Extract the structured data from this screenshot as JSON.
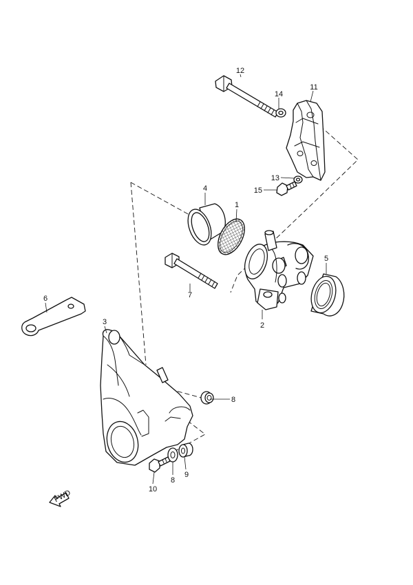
{
  "callouts": [
    {
      "id": "c1",
      "label": "1"
    },
    {
      "id": "c2",
      "label": "2"
    },
    {
      "id": "c3",
      "label": "3"
    },
    {
      "id": "c4",
      "label": "4"
    },
    {
      "id": "c5",
      "label": "5"
    },
    {
      "id": "c6",
      "label": "6"
    },
    {
      "id": "c7",
      "label": "7"
    },
    {
      "id": "c8a",
      "label": "8"
    },
    {
      "id": "c8b",
      "label": "8"
    },
    {
      "id": "c9",
      "label": "9"
    },
    {
      "id": "c10",
      "label": "10"
    },
    {
      "id": "c11",
      "label": "11"
    },
    {
      "id": "c12",
      "label": "12"
    },
    {
      "id": "c13",
      "label": "13"
    },
    {
      "id": "c14",
      "label": "14"
    },
    {
      "id": "c15",
      "label": "15"
    }
  ],
  "fwd_label": "FWD"
}
